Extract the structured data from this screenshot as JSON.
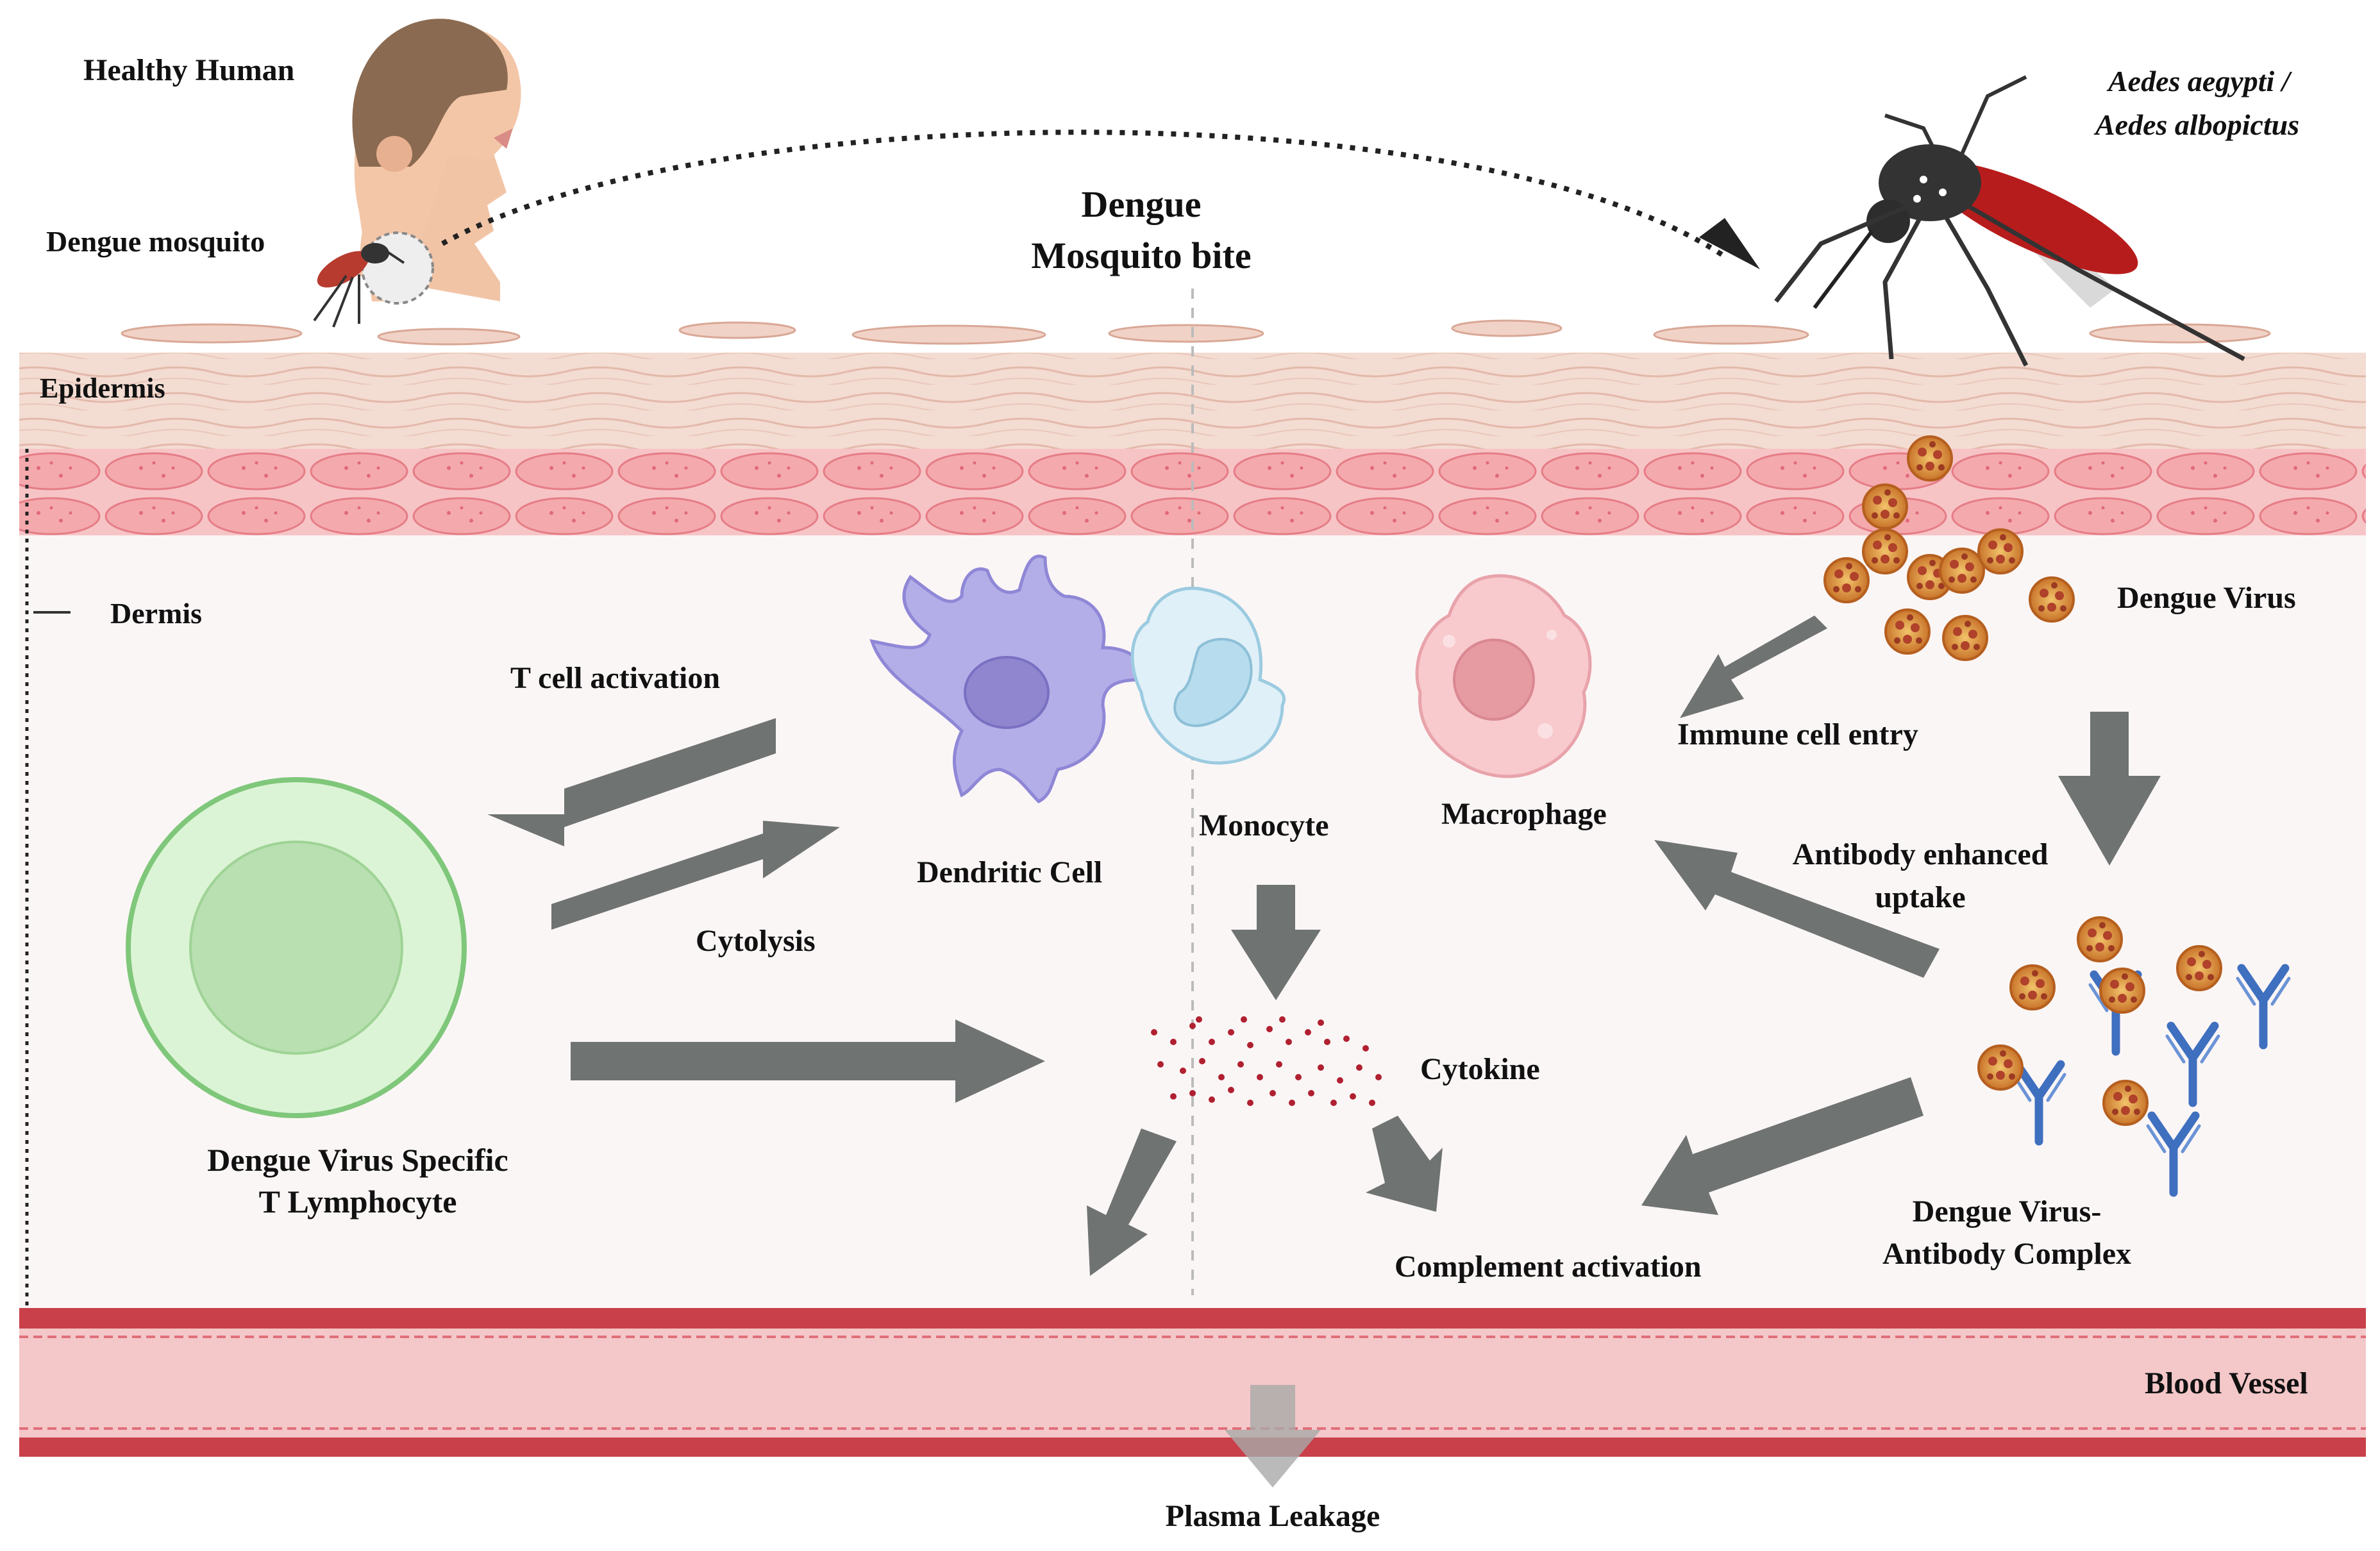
{
  "labels": {
    "healthy_human": "Healthy Human",
    "dengue_mosquito": "Dengue mosquito",
    "species_line1": "Aedes aegypti /",
    "species_line2": "Aedes albopictus",
    "title_line1": "Dengue",
    "title_line2": "Mosquito bite",
    "epidermis": "Epidermis",
    "dermis": "Dermis",
    "dengue_virus": "Dengue Virus",
    "t_cell_activation": "T cell activation",
    "cytolysis": "Cytolysis",
    "dendritic_cell": "Dendritic Cell",
    "monocyte": "Monocyte",
    "macrophage": "Macrophage",
    "immune_cell_entry": "Immune cell entry",
    "antibody_uptake_line1": "Antibody enhanced",
    "antibody_uptake_line2": "uptake",
    "cytokine": "Cytokine",
    "t_lymphocyte_line1": "Dengue Virus Specific",
    "t_lymphocyte_line2": "T Lymphocyte",
    "complex_line1": "Dengue Virus-",
    "complex_line2": "Antibody Complex",
    "complement_activation": "Complement activation",
    "blood_vessel": "Blood Vessel",
    "plasma_leakage": "Plasma Leakage"
  },
  "colors": {
    "arrow": "#6f7372",
    "epidermis": "#f3dcd2",
    "dermis_band": "#f4b2b5",
    "dermis_bg": "#fbf6f6",
    "vessel": "#c9404a",
    "vessel_lumen": "#f4c7c9",
    "dendritic": "#a9a4e0",
    "monocyte": "#cfe8f4",
    "macrophage": "#f6bcc2",
    "t_cell": "#d5f2cf",
    "antibody": "#3f6fbf",
    "virus": "#d98a2a",
    "cytokine": "#b02030"
  }
}
